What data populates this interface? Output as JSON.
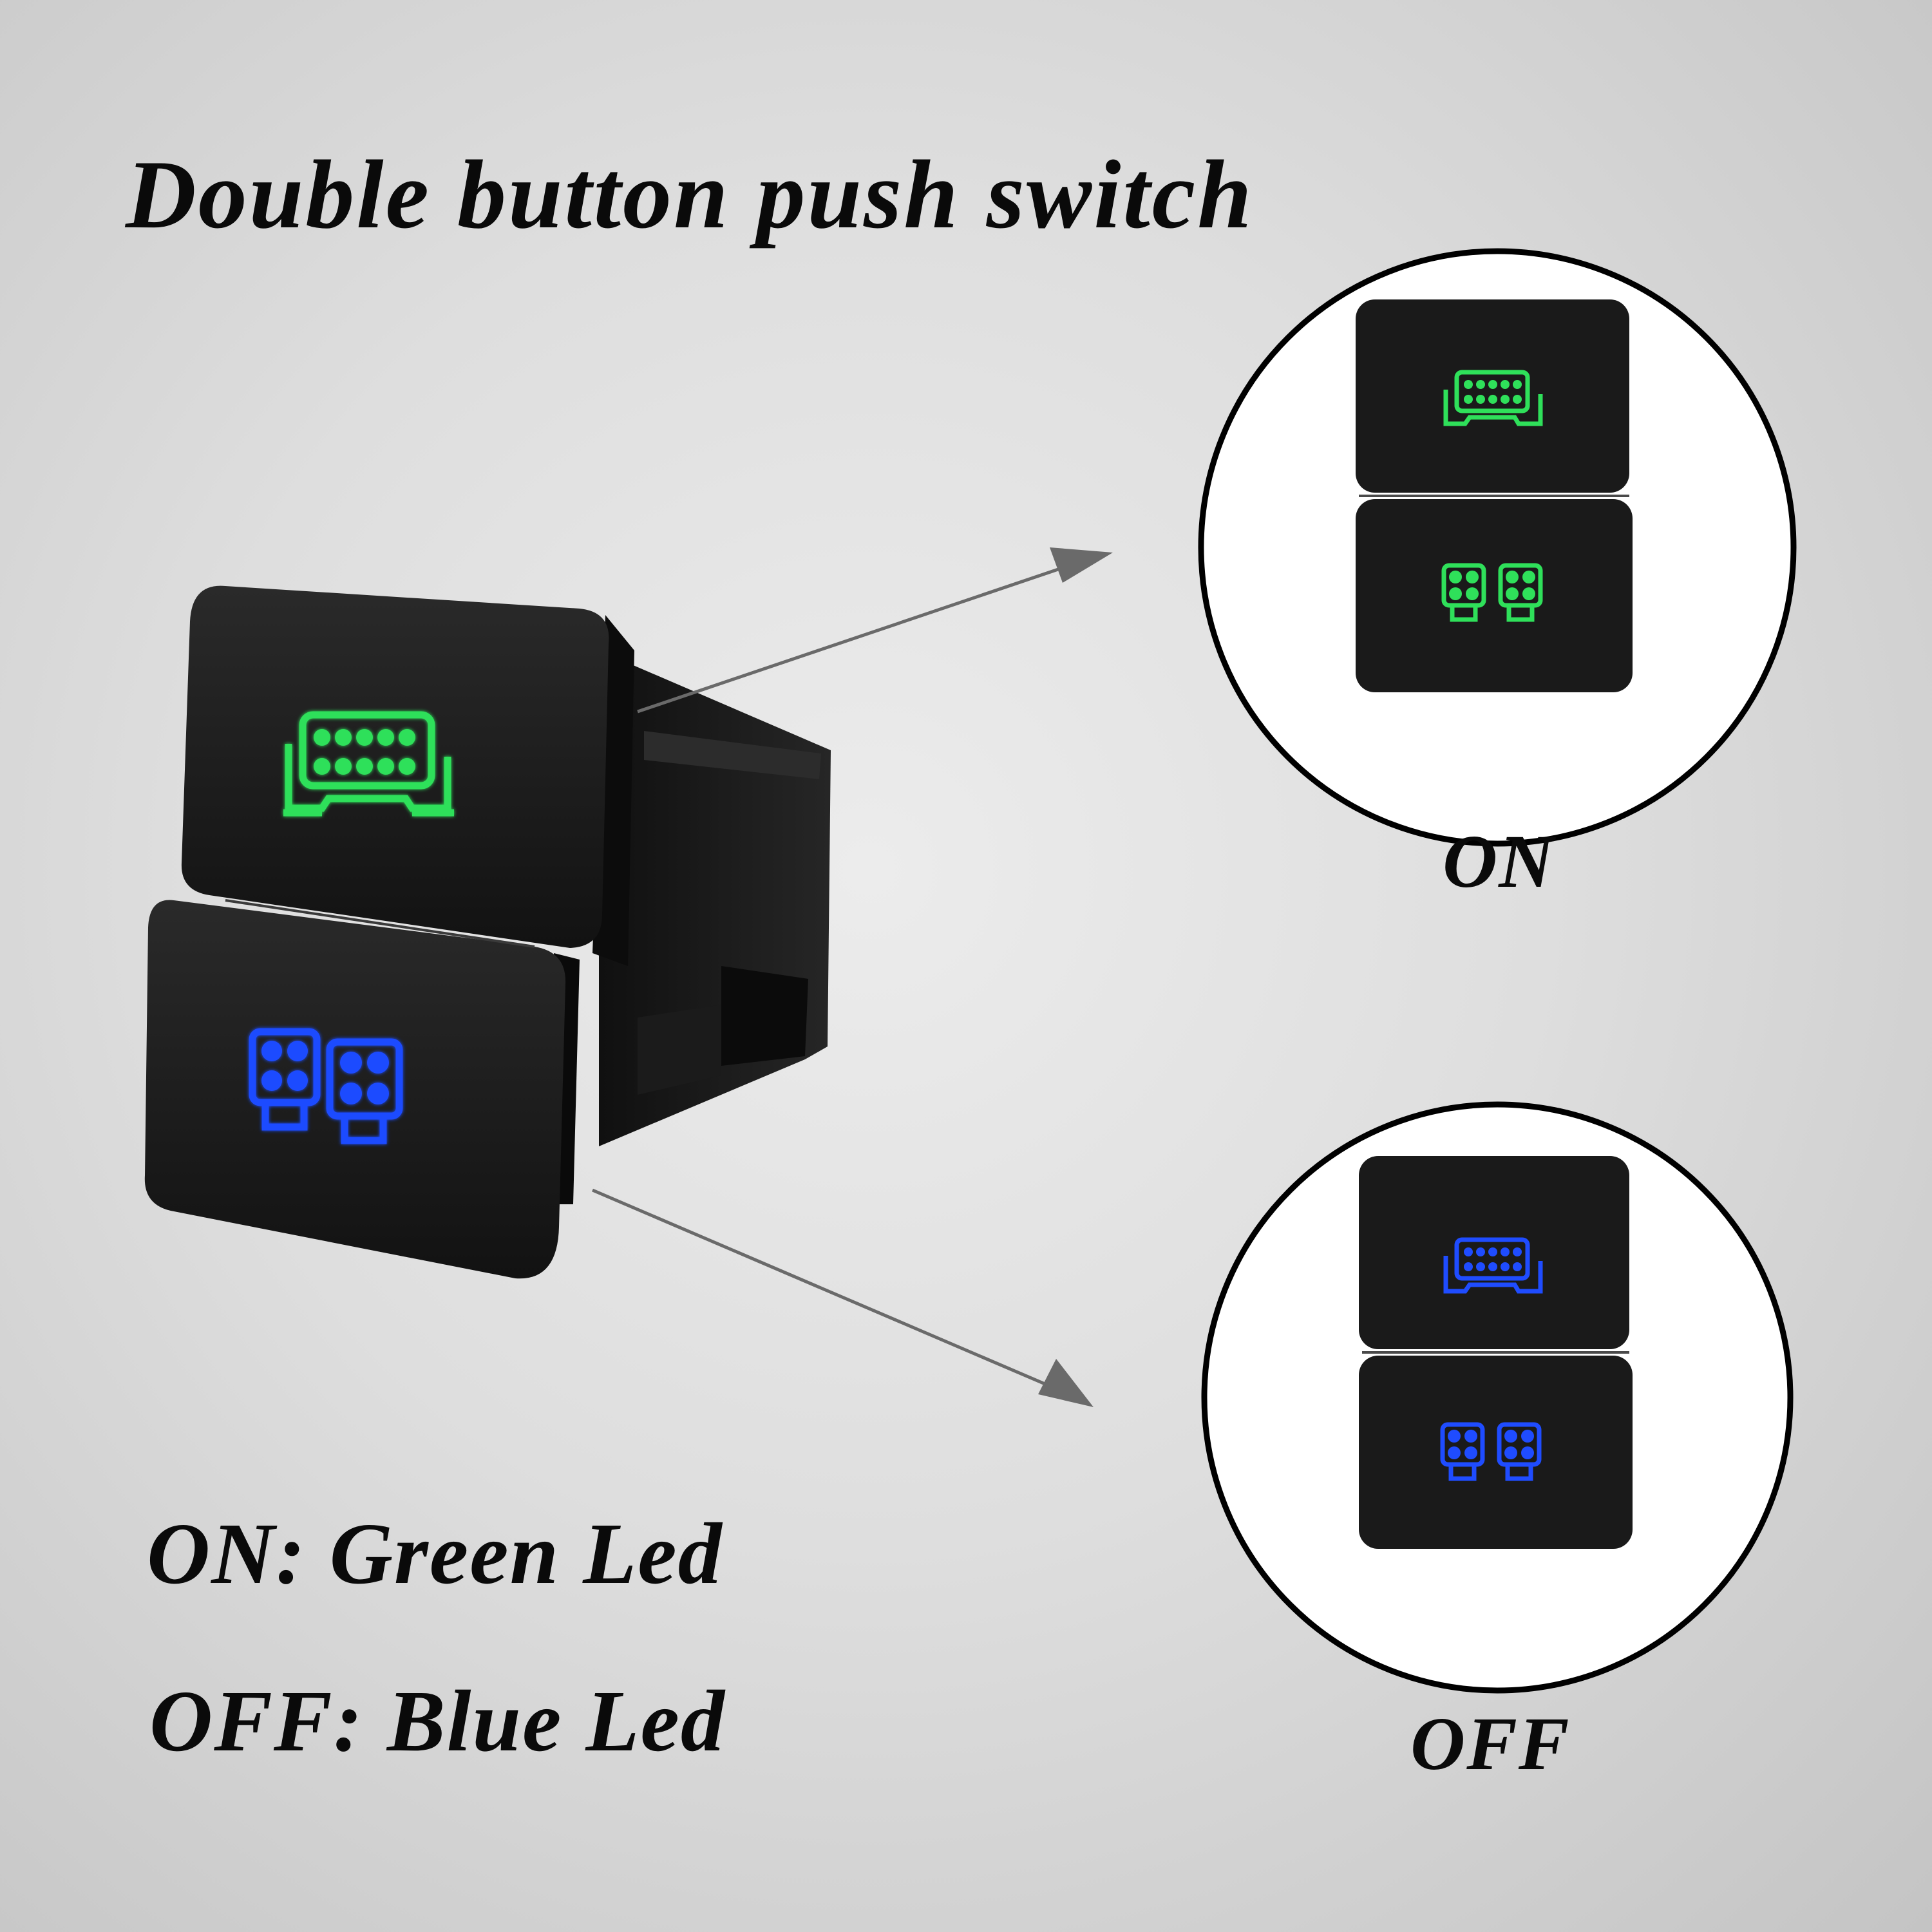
{
  "title": "Double button push switch",
  "legend": {
    "on": "ON: Green Led",
    "off": "OFF: Blue Led"
  },
  "states": {
    "on": "ON",
    "off": "OFF"
  },
  "colors": {
    "led_green": "#2fe05a",
    "led_blue": "#1f4cff",
    "switch_body": "#161616",
    "arrow": "#6a6a6a"
  },
  "icons": {
    "upper_button": "light-bar-icon",
    "lower_button": "work-lights-icon"
  }
}
